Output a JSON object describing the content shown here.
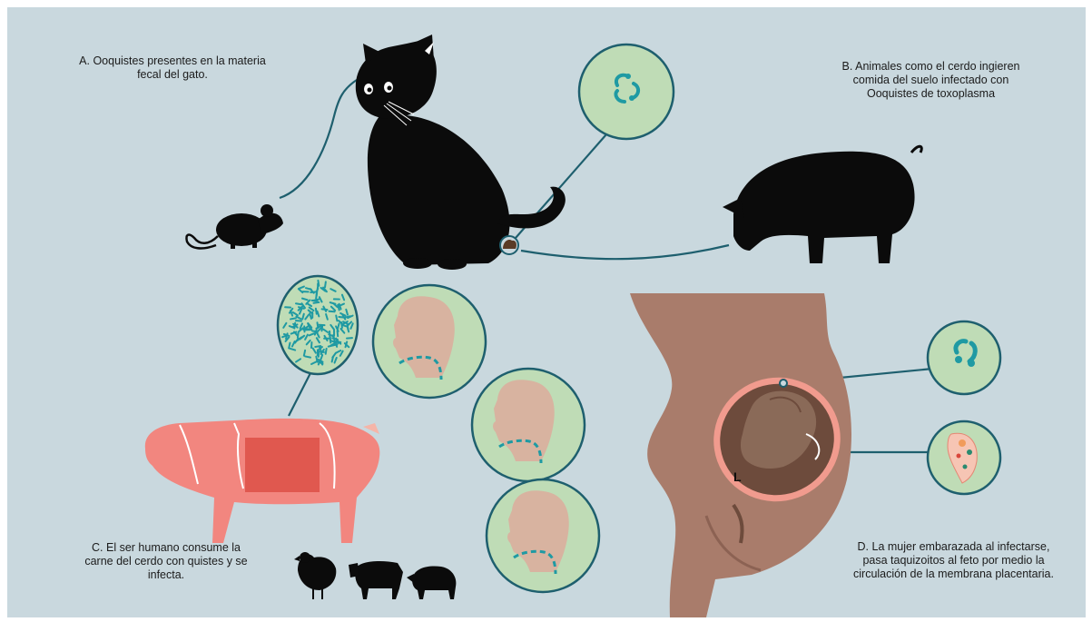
{
  "captions": {
    "a": "A. Ooquistes presentes en la materia\nfecal del gato.",
    "b": "B. Animales como el cerdo ingieren\ncomida del suelo infectado con\nOoquistes de toxoplasma",
    "c": "C. El ser humano consume la\ncarne del cerdo con quistes y se\ninfecta.",
    "d": "D. La mujer embarazada al infectarse,\npasa taquizoitos al feto por medio  la\ncirculación de la membrana placentaria."
  },
  "labels": {
    "fetus_letter": "L"
  },
  "colors": {
    "background": "#c9d8de",
    "silhouette": "#0b0b0b",
    "connector": "#1e5f6e",
    "circle_fill": "#bfdcb6",
    "circle_stroke": "#1e5f6e",
    "parasite": "#1f9aa3",
    "pork_light": "#f2867f",
    "pork_dark": "#e0584f",
    "skin": "#a97c6b",
    "uterus": "#6d4b3c",
    "head_profile": "#d8b3a0"
  },
  "icons": {
    "cat": "cat-silhouette",
    "mouse": "mouse-silhouette",
    "pig": "pig-silhouette",
    "feces": "feces-icon",
    "chicken": "chicken-silhouette",
    "cow": "cow-silhouette",
    "small_pig": "small-pig-silhouette"
  }
}
